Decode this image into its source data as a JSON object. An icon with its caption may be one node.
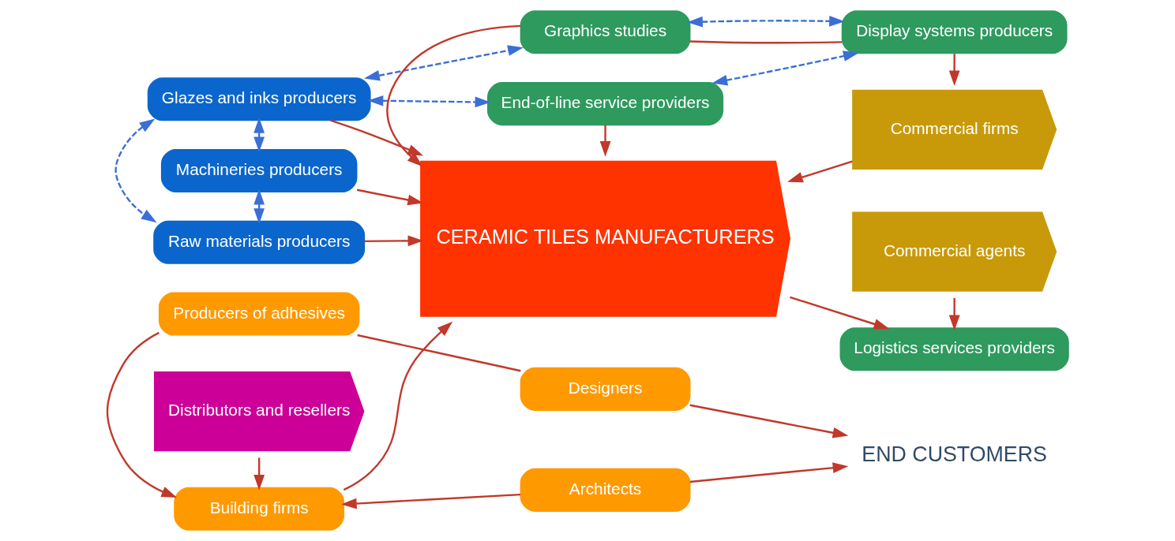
{
  "diagram": {
    "nodes": [
      {
        "text": [
          "Glazes and inks producers"
        ]
      },
      {
        "text": [
          "Machineries producers"
        ]
      },
      {
        "text": [
          "Raw materials producers"
        ]
      },
      {
        "text": [
          "Graphics studies"
        ]
      },
      {
        "text": [
          "Display systems producers"
        ]
      },
      {
        "text": [
          "CERAMIC TILES MANUFACTURERS"
        ]
      },
      {
        "text": [
          "End-of-line service providers"
        ]
      },
      {
        "text": [
          "Logistics services providers"
        ]
      },
      {
        "text": [
          "Commercial firms"
        ]
      },
      {
        "text": [
          "Commercial agents"
        ]
      },
      {
        "text": [
          "Building firms"
        ]
      },
      {
        "text": [
          "Architects"
        ]
      },
      {
        "text": [
          "Distributors and resellers"
        ]
      },
      {
        "text": [
          "Producers of adhesives"
        ]
      },
      {
        "text": [
          "Designers"
        ]
      },
      {
        "text": [
          "END CUSTOMERS"
        ]
      }
    ],
    "edges": [
      {
        "from": 0,
        "to": 5,
        "arrow": "to"
      },
      {
        "from": 1,
        "to": 5,
        "arrow": "to"
      },
      {
        "from": 2,
        "to": 5,
        "arrow": "to"
      },
      {
        "from": 3,
        "to": 5,
        "arrow": "to"
      },
      {
        "from": 6,
        "to": 5,
        "arrow": "to"
      },
      {
        "from": 3,
        "to": 4,
        "arrow": "none"
      },
      {
        "from": 4,
        "to": 8,
        "arrow": "to"
      },
      {
        "from": 5,
        "to": 7,
        "arrow": "to"
      },
      {
        "from": 9,
        "to": 7,
        "arrow": "to"
      },
      {
        "from": 8,
        "to": 5,
        "arrow": "to"
      },
      {
        "from": 10,
        "to": 5,
        "arrow": "to"
      },
      {
        "from": 11,
        "to": 10,
        "arrow": "to"
      },
      {
        "from": 13,
        "to": 10,
        "arrow": "to"
      },
      {
        "from": 12,
        "to": 10,
        "arrow": "to"
      },
      {
        "from": 13,
        "to": 14,
        "arrow": "none"
      },
      {
        "from": 11,
        "to": 15,
        "arrow": "to"
      },
      {
        "from": 14,
        "to": 15,
        "arrow": "to"
      },
      {
        "from": 0,
        "to": 1,
        "arrow": "both",
        "style": "dashed",
        "color": "#3b6fd6"
      },
      {
        "from": 1,
        "to": 2,
        "arrow": "both",
        "style": "dashed",
        "color": "#3b6fd6"
      },
      {
        "from": 0,
        "to": 2,
        "arrow": "both",
        "style": "dashed",
        "color": "#3b6fd6"
      },
      {
        "from": 0,
        "to": 3,
        "arrow": "both",
        "style": "dashed",
        "color": "#3b6fd6"
      },
      {
        "from": 0,
        "to": 6,
        "arrow": "both",
        "style": "dashed",
        "color": "#3b6fd6"
      },
      {
        "from": 3,
        "to": 4,
        "arrow": "both",
        "style": "dashed",
        "color": "#3b6fd6"
      },
      {
        "from": 6,
        "to": 4,
        "arrow": "both",
        "style": "dashed",
        "color": "#3b6fd6"
      }
    ]
  }
}
